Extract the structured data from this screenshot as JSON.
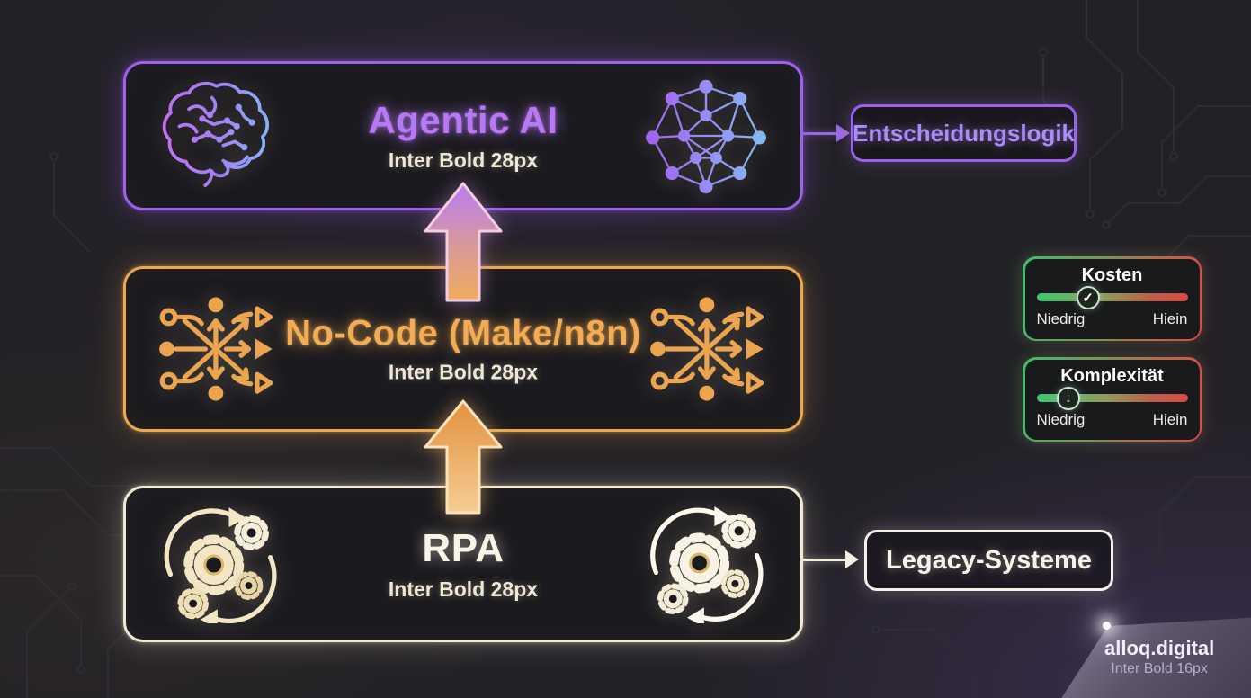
{
  "diagram": {
    "layers": [
      {
        "id": "agentic-ai",
        "title": "Agentic AI",
        "subtitle": "Inter Bold 28px",
        "left_icon": "brain-icon",
        "right_icon": "neural-network-icon",
        "accent": "#b678f4"
      },
      {
        "id": "no-code",
        "title": "No-Code (Make/n8n)",
        "subtitle": "Inter Bold 28px",
        "left_icon": "workflow-icon",
        "right_icon": "workflow-icon",
        "accent": "#f2ac55"
      },
      {
        "id": "rpa",
        "title": "RPA",
        "subtitle": "Inter Bold 28px",
        "left_icon": "gears-icon",
        "right_icon": "gears-icon",
        "accent": "#f8f4e6"
      }
    ],
    "callouts": [
      {
        "label": "Entscheidungslogik",
        "connected_to": "Agentic AI",
        "accent": "#ab8bf8"
      },
      {
        "label": "Legacy-Systeme",
        "connected_to": "RPA",
        "accent": "#f6f3ea"
      }
    ],
    "gauges": [
      {
        "title": "Kosten",
        "left_label": "Niedrig",
        "right_label": "Hiein",
        "knob_glyph": "✓",
        "knob_icon": "check-icon",
        "knob_percent": 34
      },
      {
        "title": "Komplexität",
        "left_label": "Niedrig",
        "right_label": "Hiein",
        "knob_glyph": "↓",
        "knob_icon": "down-arrow-icon",
        "knob_percent": 21
      }
    ],
    "footer": {
      "brand": "alloq.digital",
      "subtitle": "Inter Bold 16px"
    },
    "colors": {
      "background": "#232126",
      "purple": "#9d62ea",
      "orange": "#eda84e",
      "cream": "#f2e9d2",
      "green": "#3dbd6e",
      "red": "#dd4b44"
    }
  }
}
